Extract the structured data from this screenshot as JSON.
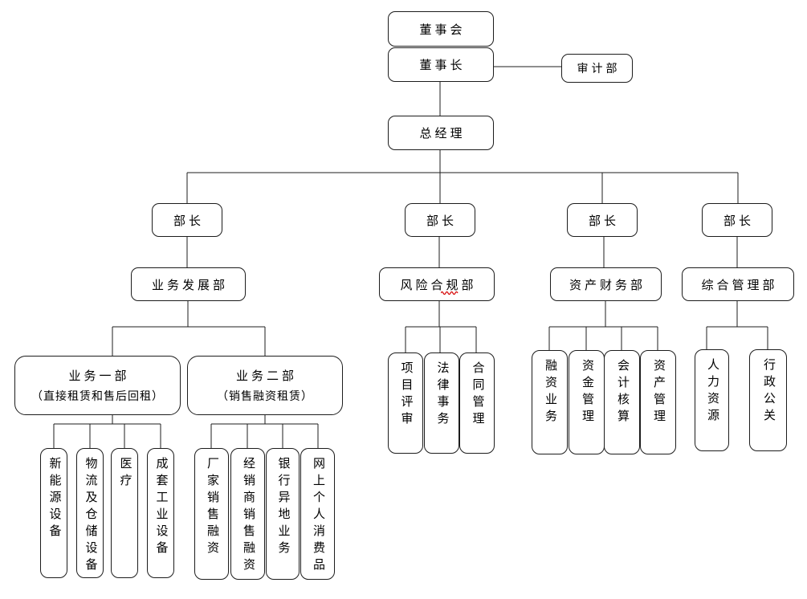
{
  "org_chart": {
    "board": "董事会",
    "chairman": "董事长",
    "audit_dept": "审计部",
    "general_manager": "总经理",
    "minister": "部长",
    "depts": {
      "business_development": "业务发展部",
      "risk_compliance": "风险合规部",
      "asset_finance": "资产财务部",
      "general_management": "综合管理部"
    },
    "business_unit_1": {
      "title": "业务一部",
      "subtitle": "（直接租赁和售后回租）"
    },
    "business_unit_2": {
      "title": "业务二部",
      "subtitle": "（销售融资租赁）"
    },
    "business_unit_1_children": [
      "新能源设备",
      "物流及仓储设备",
      "医疗",
      "成套工业设备"
    ],
    "business_unit_2_children": [
      "厂家销售融资",
      "经销商销售融资",
      "银行异地业务",
      "网上个人消费品"
    ],
    "risk_compliance_children": [
      "项目评审",
      "法律事务",
      "合同管理"
    ],
    "asset_finance_children": [
      "融资业务",
      "资金管理",
      "会计核算",
      "资产管理"
    ],
    "general_management_children": [
      "人力资源",
      "行政公关"
    ]
  },
  "colors": {
    "background": "#ffffff",
    "line": "#1c1c1c",
    "text": "#000000",
    "spellcheck_underline": "#d40000"
  }
}
